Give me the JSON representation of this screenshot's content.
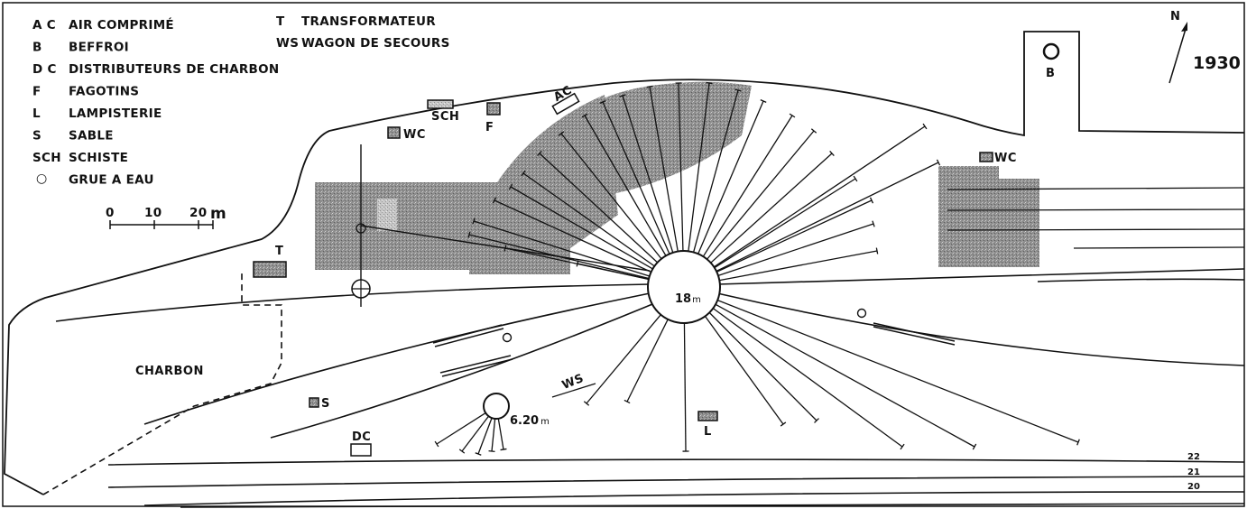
{
  "legend_left": [
    {
      "code": "A C",
      "text": "AIR COMPRIMÉ"
    },
    {
      "code": "B",
      "text": "BEFFROI"
    },
    {
      "code": "D C",
      "text": "DISTRIBUTEURS DE CHARBON"
    },
    {
      "code": "F",
      "text": "FAGOTINS"
    },
    {
      "code": "L",
      "text": "LAMPISTERIE"
    },
    {
      "code": "S",
      "text": "SABLE"
    },
    {
      "code": "SCH",
      "text": "SCHISTE"
    },
    {
      "code": "○",
      "text": "GRUE A EAU"
    }
  ],
  "legend_right": [
    {
      "code": "T",
      "text": "TRANSFORMATEUR"
    },
    {
      "code": "WS",
      "text": "WAGON DE SECOURS"
    }
  ],
  "scale": {
    "t0": "0",
    "t1": "10",
    "t2": "20",
    "unit": "m"
  },
  "north": "N",
  "year": "1930",
  "labels": {
    "charbon": "CHARBON",
    "t": "T",
    "s": "S",
    "dc": "DC",
    "wc1": "WC",
    "wc2": "WC",
    "sch": "SCH",
    "f": "F",
    "ac": "AC",
    "b": "B",
    "l": "L",
    "ws": "WS",
    "turntable_main": "18",
    "turntable_main_unit": "m",
    "turntable_small": "6.20",
    "turntable_small_unit": "m",
    "track22": "22",
    "track21": "21",
    "track20": "20"
  }
}
